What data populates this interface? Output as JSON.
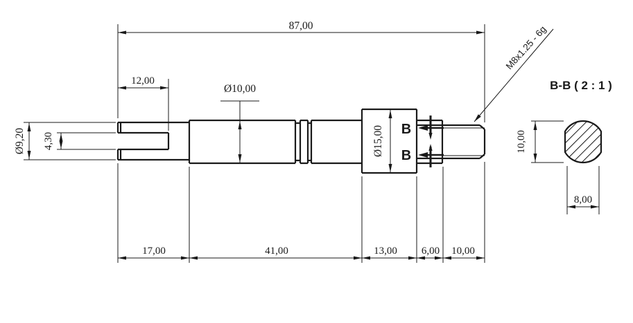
{
  "drawing": {
    "section_view_title": "B-B ( 2 : 1 )",
    "section_label": "B",
    "thread_callout": "M8x1.25 - 6g",
    "line_color": "#1a1a1a",
    "dimensions": {
      "overall_length": "87,00",
      "slot_depth": "12,00",
      "main_diameter": "Ø10,00",
      "left_end_diameter": "Ø9,20",
      "slot_width": "4,30",
      "collar_diameter": "Ø15,00",
      "left_section_length": "17,00",
      "middle_section_length": "41,00",
      "collar_length": "13,00",
      "neck_length": "6,00",
      "thread_length": "10,00",
      "section_diameter": "10,00",
      "section_across_flats": "8,00"
    }
  }
}
